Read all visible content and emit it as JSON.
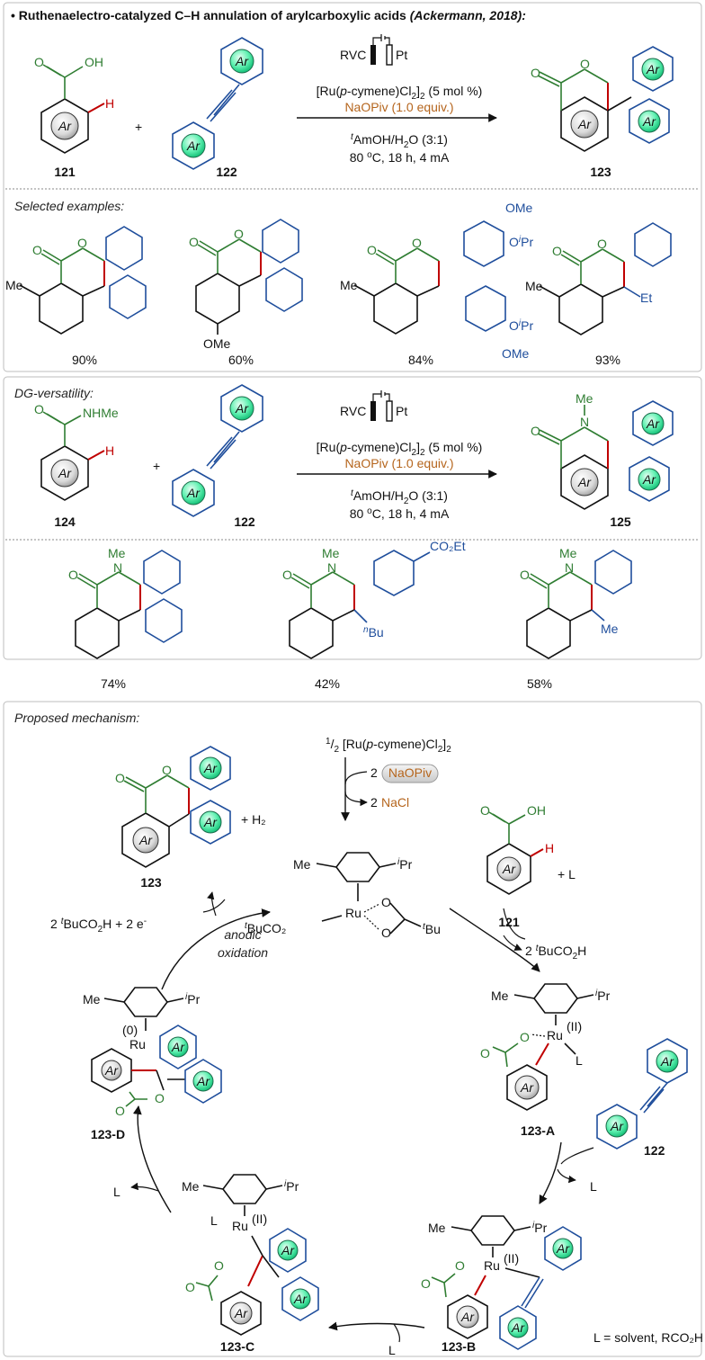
{
  "title": "Ruthenaelectro-catalyzed C–H annulation of arylcarboxylic acids",
  "title_ref": "(Ackermann, 2018):",
  "bullet": "•",
  "ar": "Ar",
  "plus": "+",
  "oh": "OH",
  "h": "H",
  "o": "O",
  "n": "N",
  "me": "Me",
  "nhme": "NHMe",
  "et": "Et",
  "ome": "OMe",
  "oipr": "O",
  "ipr_sup": "i",
  "pr": "Pr",
  "nbu_sup": "n",
  "bu": "Bu",
  "co2et": "CO₂Et",
  "conditions": {
    "electrodes": [
      "RVC",
      "Pt"
    ],
    "catalyst": "[Ru(p-cymene)Cl2]2 (5 mol %)",
    "catalyst_parts": [
      "[Ru(",
      "p",
      "-cymene)Cl",
      "2",
      "]",
      "2",
      " (5 mol %)"
    ],
    "additive": "NaOPiv (1.0 equiv.)",
    "solvent": "AmOH/H2O (3:1)",
    "solvent_sup": "t",
    "solvent_main": "AmOH/H",
    "solvent_sub": "2",
    "solvent_end": "O (3:1)",
    "temp": "80 oC, 18 h, 4 mA",
    "temp_a": "80 ",
    "temp_sup": "o",
    "temp_b": "C, 18 h, 4 mA"
  },
  "compounds": {
    "c121": "121",
    "c122": "122",
    "c123": "123",
    "c124": "124",
    "c125": "125",
    "c123A": "123-A",
    "c123B": "123-B",
    "c123C": "123-C",
    "c123D": "123-D"
  },
  "section1": {
    "label": "Selected examples:",
    "yields": [
      "90%",
      "60%",
      "84%",
      "93%"
    ]
  },
  "section2": {
    "label": "DG-versatility:",
    "yields": [
      "74%",
      "42%",
      "58%"
    ]
  },
  "mechanism": {
    "label": "Proposed mechanism:",
    "start_pre": "1",
    "start_slash": "/",
    "start_den": "2",
    "start_main": " [Ru(p-cymene)Cl2]2",
    "naopiv_num": "2",
    "naopiv": "NaOPiv",
    "nacl_num": "2",
    "nacl": "NaCl",
    "h2": "+ H₂",
    "plus_l": "+ L",
    "tbu": "Bu",
    "tbu_sup": "t",
    "tbuco2": "BuCO₂",
    "ru": "Ru",
    "ru_ox_II": "(II)",
    "ru_ox_0": "(0)",
    "l": "L",
    "byproduct": "2 BuCO2H",
    "byproduct_pre": "2 ",
    "byproduct_main": "BuCO",
    "byproduct_sub": "2",
    "byproduct_end": "H",
    "oxid_left_pre": "2 ",
    "oxid_left_main": "BuCO",
    "oxid_left_sub": "2",
    "oxid_left_end": "H + 2 e",
    "oxid_left_sup": "-",
    "anodic": "anodic",
    "oxidation": "oxidation",
    "legend": "L = solvent, RCO₂H"
  },
  "colors": {
    "green": "#2f7d32",
    "blue": "#1f4e9c",
    "red": "#c00000",
    "orange": "#b5651d",
    "ar_fill": "#2ee59d",
    "ar_grey": "#d0d0d0"
  }
}
